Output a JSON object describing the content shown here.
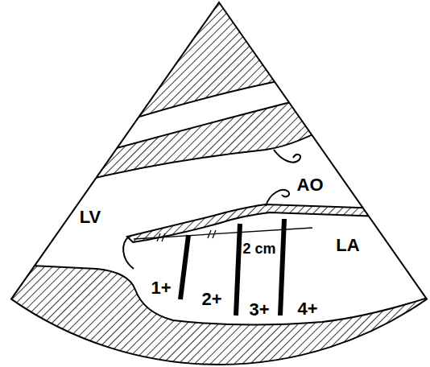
{
  "diagram": {
    "labels": [
      "LV",
      "AO",
      "LA",
      "2 cm",
      "1+",
      "2+",
      "3+",
      "4+"
    ]
  }
}
